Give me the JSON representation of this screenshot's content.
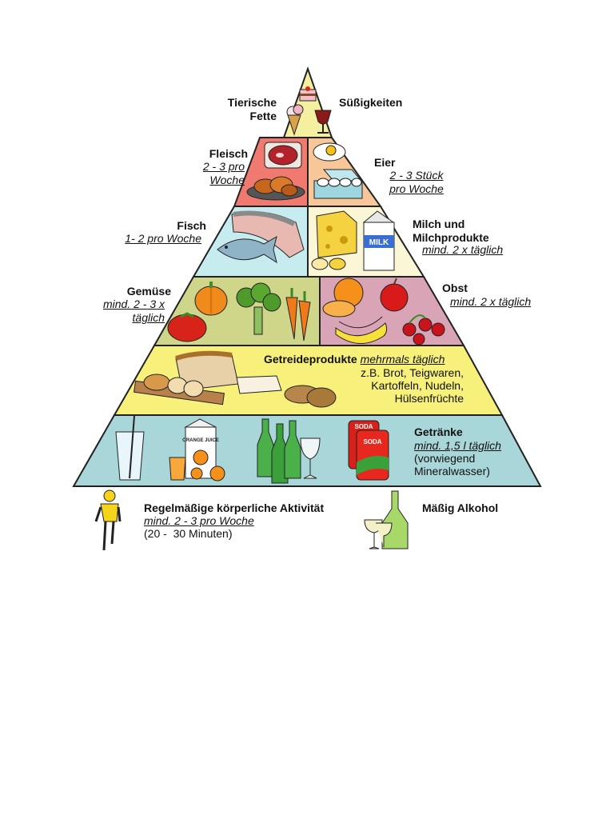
{
  "colors": {
    "top_tier": "#f5efa0",
    "meat": "#f07a70",
    "eggs": "#f7c79a",
    "fish": "#c7ecef",
    "dairy": "#fbf6d6",
    "vegetables": "#cfd68a",
    "fruit": "#d9a5b6",
    "grains": "#f7f07a",
    "drinks": "#a9d6d8",
    "outline": "#222222"
  },
  "pyramid": {
    "top_left": {
      "title": "Tierische Fette"
    },
    "top_right": {
      "title": "Süßigkeiten"
    },
    "meat": {
      "title": "Fleisch",
      "note": "2 - 3 pro Woche"
    },
    "eggs": {
      "title": "Eier",
      "note": "2 - 3 Stück pro Woche"
    },
    "fish": {
      "title": "Fisch",
      "note": "1- 2 pro Woche"
    },
    "dairy": {
      "title": "Milch und Milchprodukte",
      "note": "mind. 2 x täglich"
    },
    "vegetables": {
      "title": "Gemüse",
      "note": "mind. 2 - 3 x täglich"
    },
    "fruit": {
      "title": "Obst",
      "note": "mind. 2 x täglich"
    },
    "grains": {
      "title": "Getreideprodukte",
      "note": "mehrmals täglich",
      "line1": "z.B. Brot, Teigwaren,",
      "line2": "Kartoffeln, Nudeln,",
      "line3": "Hülsenfrüchte"
    },
    "drinks": {
      "title": "Getränke",
      "note": "mind. 1,5 l täglich",
      "line1": "(vorwiegend",
      "line2": "Mineralwasser)"
    }
  },
  "footer": {
    "activity": {
      "title": "Regelmäßige körperliche Aktivität",
      "note": "mind. 2 - 3 pro Woche",
      "detail": "(20 -  30 Minuten)"
    },
    "alcohol": {
      "title": "Mäßig Alkohol"
    }
  },
  "illustration_texts": {
    "milk": "MILK",
    "juice": "ORANGE JUICE",
    "soda": "SODA"
  },
  "icons": [
    "cake-icon",
    "ice-cream-icon",
    "wine-glass-icon",
    "steak-icon",
    "chicken-icon",
    "fried-egg-icon",
    "egg-carton-icon",
    "salmon-icon",
    "fish-icon",
    "cheese-icon",
    "milk-carton-icon",
    "pumpkin-icon",
    "broccoli-icon",
    "carrot-icon",
    "tomato-icon",
    "orange-icon",
    "apple-icon",
    "banana-icon",
    "cherry-icon",
    "bread-loaf-icon",
    "sliced-bread-icon",
    "potato-icon",
    "water-glass-icon",
    "juice-carton-icon",
    "water-bottle-icon",
    "soda-can-icon",
    "cyclist-icon",
    "wine-bottle-icon"
  ]
}
